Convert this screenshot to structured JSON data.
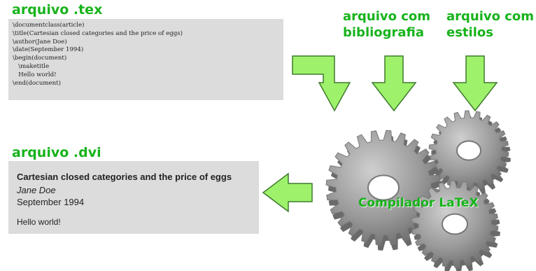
{
  "tex_file": {
    "title": "arquivo .tex",
    "code": "\\documentclass(article)\n\\title(Cartesian closed categories and the price of eggs)\n\\author(Jane Doe)\n\\date(September 1994)\n\\begin(document)\n   \\maketitle\n   Hello world!\n\\end(document)"
  },
  "bibliography_file": {
    "line1": "arquivo com",
    "line2": "bibliografia"
  },
  "styles_file": {
    "line1": "arquivo com",
    "line2": "estilos"
  },
  "dvi_file": {
    "title": "arquivo .dvi",
    "doc_title": "Cartesian closed categories and the price of eggs",
    "author": "Jane Doe",
    "date": "September 1994",
    "body": "Hello world!"
  },
  "compiler": {
    "label": "Compilador LaTeX"
  },
  "colors": {
    "label_green": "#17b31b",
    "arrow_fill": "#9ef26b",
    "arrow_stroke": "#3d7a2c",
    "box_gray": "#dcdcdc",
    "gear_gray": "#8f8f8f"
  }
}
